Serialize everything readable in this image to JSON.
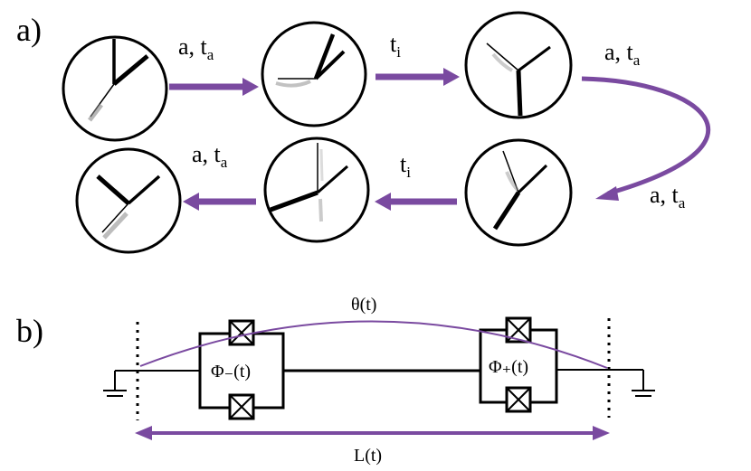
{
  "panel_a": {
    "label": "a)",
    "arrow_labels": [
      {
        "main": "a, t",
        "sub": "a"
      },
      {
        "main": "t",
        "sub": "i"
      },
      {
        "main": "a, t",
        "sub": "a"
      },
      {
        "main": "a, t",
        "sub": "a"
      },
      {
        "main": "t",
        "sub": "i"
      },
      {
        "main": "a, t",
        "sub": "a"
      }
    ]
  },
  "panel_b": {
    "label": "b)",
    "theta_label": "θ(t)",
    "phi_minus_label": "Φ₋(t)",
    "phi_plus_label": "Φ₊(t)",
    "length_label": "L(t)"
  },
  "colors": {
    "accent": "#7a4aa0",
    "line": "#000000"
  }
}
